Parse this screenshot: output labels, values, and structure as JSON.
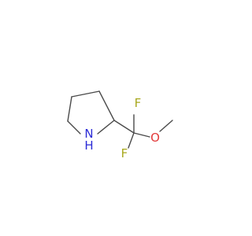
{
  "colors": {
    "bond": "#4a4a4a",
    "nitrogen": "#2b2bd6",
    "hydrogen_on_n": "#2b2bd6",
    "oxygen": "#e23a3a",
    "fluorine": "#a8a81e"
  },
  "atoms": {
    "nitrogen": "N",
    "hydrogen": "H",
    "fluorine_top": "F",
    "fluorine_bottom": "F",
    "oxygen": "O"
  }
}
